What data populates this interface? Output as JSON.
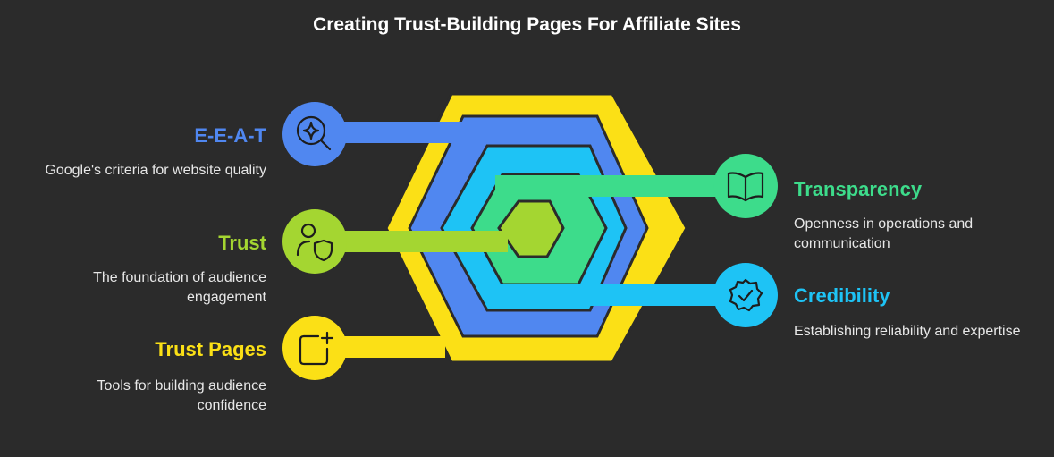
{
  "title": "Creating Trust-Building Pages For Affiliate Sites",
  "colors": {
    "background": "#2b2b2b",
    "yellow": "#fbe016",
    "blue": "#5087f0",
    "cyan": "#1ec3f5",
    "green": "#3ddc8b",
    "lime": "#a4d631"
  },
  "items": {
    "eeat": {
      "label": "E-E-A-T",
      "description": "Google's criteria for website quality",
      "icon": "search-sparkle-icon"
    },
    "trust": {
      "label": "Trust",
      "description": "The foundation of audience engagement",
      "icon": "user-shield-icon"
    },
    "trust_pages": {
      "label": "Trust Pages",
      "description": "Tools for building audience confidence",
      "icon": "page-plus-icon"
    },
    "transparency": {
      "label": "Transparency",
      "description": "Openness in operations and communication",
      "icon": "open-book-icon"
    },
    "credibility": {
      "label": "Credibility",
      "description": "Establishing reliability and expertise",
      "icon": "verified-badge-icon"
    }
  }
}
